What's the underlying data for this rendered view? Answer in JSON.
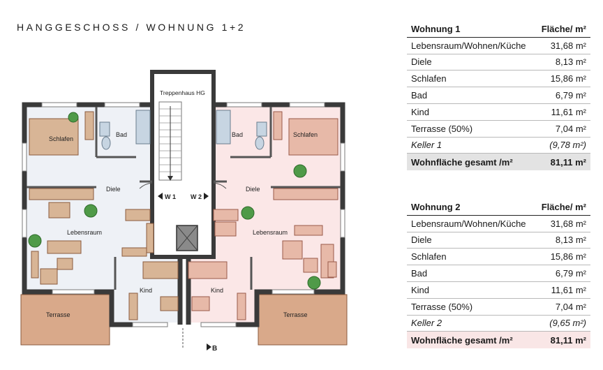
{
  "title": "HANGGESCHOSS / WOHNUNG 1+2",
  "plan": {
    "stair_label": "Treppenhaus HG",
    "w1_label": "W 1",
    "w2_label": "W 2",
    "section_mark": "B",
    "left_unit": {
      "schlafen": "Schlafen",
      "bad": "Bad",
      "diele": "Diele",
      "lebensraum": "Lebensraum",
      "kind": "Kind",
      "terrasse": "Terrasse"
    },
    "right_unit": {
      "schlafen": "Schlafen",
      "bad": "Bad",
      "diele": "Diele",
      "lebensraum": "Lebensraum",
      "kind": "Kind",
      "terrasse": "Terrasse"
    },
    "colors": {
      "unit1_fill": "#eef1f6",
      "unit2_fill": "#fbe7e7",
      "terrace_fill": "#d9a98a",
      "wall": "#3a3a3a",
      "furniture": "#c9a07f",
      "plant": "#3e8a3e"
    }
  },
  "tables": [
    {
      "header": {
        "label": "Wohnung 1",
        "unit": "Fläche/ m²"
      },
      "rows": [
        {
          "label": "Lebensraum/Wohnen/Küche",
          "value": "31,68 m²"
        },
        {
          "label": "Diele",
          "value": "8,13 m²"
        },
        {
          "label": "Schlafen",
          "value": "15,86 m²"
        },
        {
          "label": "Bad",
          "value": "6,79 m²"
        },
        {
          "label": "Kind",
          "value": "11,61 m²"
        },
        {
          "label": "Terrasse (50%)",
          "value": "7,04 m²"
        },
        {
          "label": "Keller 1",
          "value": "(9,78 m²)"
        }
      ],
      "total": {
        "label": "Wohnfläche gesamt /m²",
        "value": "81,11 m²"
      }
    },
    {
      "header": {
        "label": "Wohnung 2",
        "unit": "Fläche/ m²"
      },
      "rows": [
        {
          "label": "Lebensraum/Wohnen/Küche",
          "value": "31,68 m²"
        },
        {
          "label": "Diele",
          "value": "8,13 m²"
        },
        {
          "label": "Schlafen",
          "value": "15,86 m²"
        },
        {
          "label": "Bad",
          "value": "6,79 m²"
        },
        {
          "label": "Kind",
          "value": "11,61 m²"
        },
        {
          "label": "Terrasse (50%)",
          "value": "7,04 m²"
        },
        {
          "label": "Keller 2",
          "value": "(9,65 m²)"
        }
      ],
      "total": {
        "label": "Wohnfläche gesamt /m²",
        "value": "81,11 m²"
      }
    }
  ]
}
